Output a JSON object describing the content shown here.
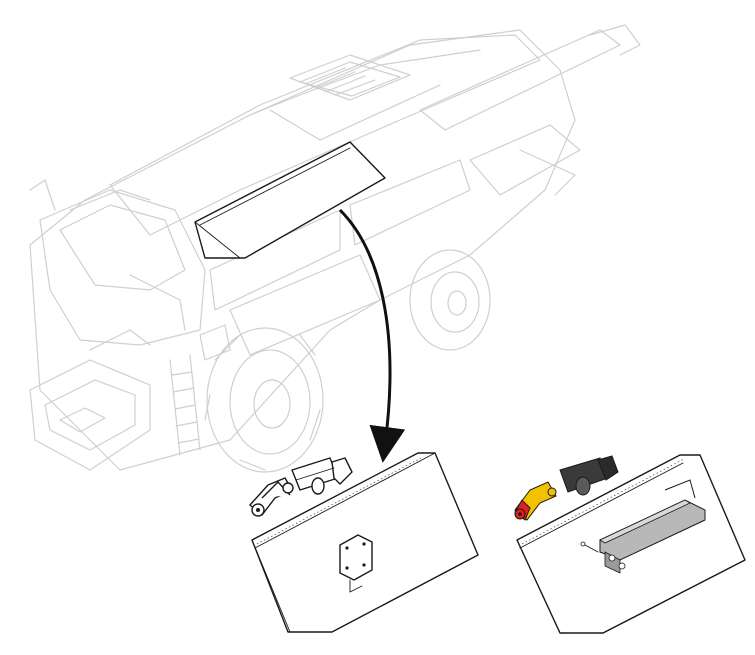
{
  "colors": {
    "ghost_line": "#cfcfcf",
    "ink": "#1a1a1a",
    "arrow": "#111111",
    "bracket_highlight_red": "#e02020",
    "bracket_highlight_yellow": "#f2c200",
    "actuator_dark": "#3a3a3a",
    "frame_rail": "#8a8a8a"
  },
  "elements": {
    "machine": "combine-harvester",
    "callout": "cover-panel",
    "detail_left": "cover-panel-with-linkage-and-actuator",
    "detail_right": "cover-panel-with-highlighted-bracket-and-frame-rail"
  }
}
